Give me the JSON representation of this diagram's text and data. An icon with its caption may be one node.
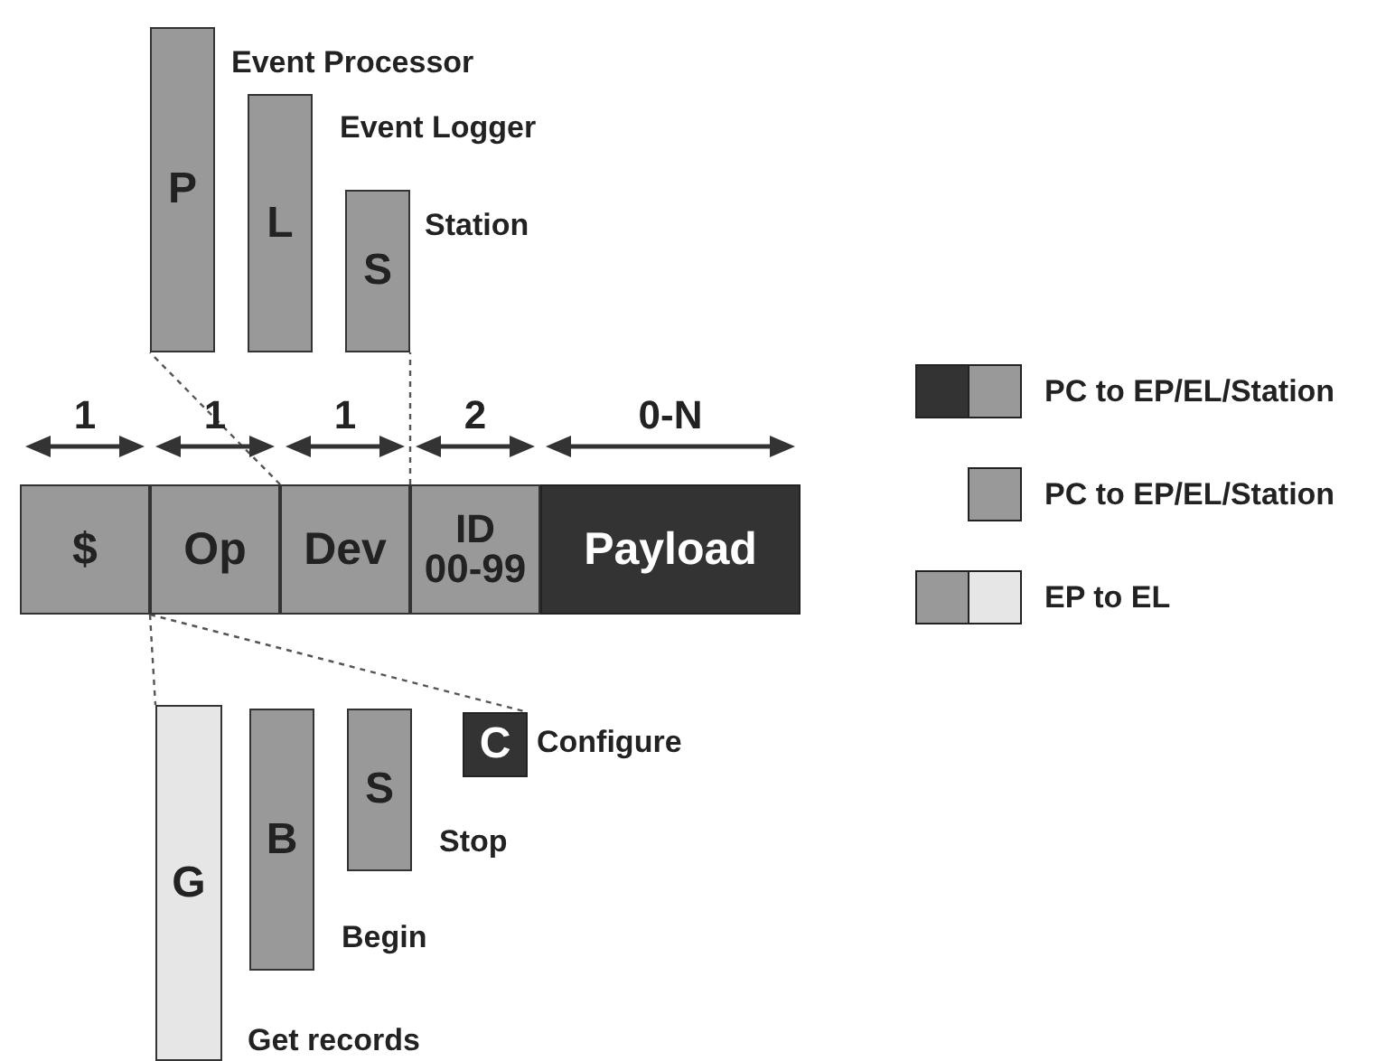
{
  "diagram": {
    "nodes": [
      {
        "text": [
          "P",
          "Event Processor"
        ]
      },
      {
        "text": [
          "L",
          "Event Logger"
        ]
      },
      {
        "text": [
          "S",
          "Station"
        ]
      },
      {
        "text": [
          "$"
        ]
      },
      {
        "text": [
          "Op"
        ]
      },
      {
        "text": [
          "Dev"
        ]
      },
      {
        "text": [
          "ID 00-99"
        ]
      },
      {
        "text": [
          "Payload"
        ]
      },
      {
        "text": [
          "G",
          "Get records"
        ]
      },
      {
        "text": [
          "B",
          "Begin"
        ]
      },
      {
        "text": [
          "S",
          "Stop"
        ]
      },
      {
        "text": [
          "C",
          "Configure"
        ]
      }
    ],
    "edges": [
      {
        "from": 5,
        "to": 0,
        "arrow": "none",
        "style": "dashed"
      },
      {
        "from": 5,
        "to": 2,
        "arrow": "none",
        "style": "dashed"
      },
      {
        "from": 4,
        "to": 8,
        "arrow": "none",
        "style": "dashed"
      },
      {
        "from": 4,
        "to": 11,
        "arrow": "none",
        "style": "dashed"
      }
    ],
    "labels": [
      "1",
      "1",
      "1",
      "2",
      "0-N"
    ],
    "legend": [
      {
        "text": "PC to EP/EL/Station"
      },
      {
        "text": "PC to EP/EL/Station"
      },
      {
        "text": "EP to EL"
      }
    ]
  }
}
